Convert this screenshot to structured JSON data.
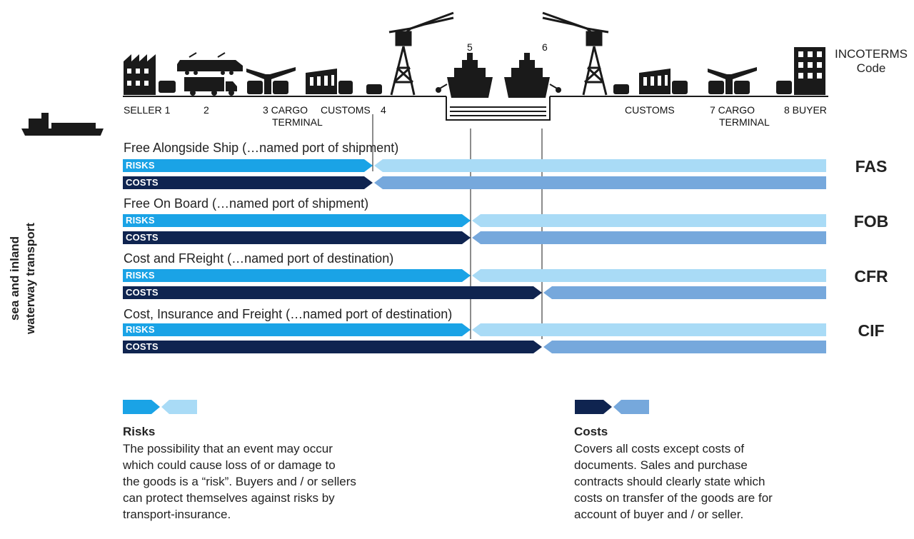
{
  "stations": [
    {
      "id": "seller",
      "line1": "SELLER 1",
      "line2": ""
    },
    {
      "id": "s2",
      "line1": "2",
      "line2": ""
    },
    {
      "id": "cargo3",
      "line1": "3 CARGO",
      "line2": "TERMINAL"
    },
    {
      "id": "customs_export",
      "line1": "CUSTOMS",
      "line2": ""
    },
    {
      "id": "s4",
      "line1": "4",
      "line2": ""
    },
    {
      "id": "s5",
      "line1": "5",
      "line2": ""
    },
    {
      "id": "s6",
      "line1": "6",
      "line2": ""
    },
    {
      "id": "customs_import",
      "line1": "CUSTOMS",
      "line2": ""
    },
    {
      "id": "cargo7",
      "line1": "7 CARGO",
      "line2": "TERMINAL"
    },
    {
      "id": "buyer",
      "line1": "8 BUYER",
      "line2": ""
    }
  ],
  "code_header": {
    "line1": "INCOTERMS",
    "line2": "Code"
  },
  "side_label": {
    "line1": "sea and inland",
    "line2": "waterway transport"
  },
  "terms": [
    {
      "code": "FAS",
      "title": "Free Alongside Ship (…named port of shipment)",
      "risk_label": "RISKS",
      "cost_label": "COSTS",
      "risk_transfer": 4,
      "cost_transfer": 4
    },
    {
      "code": "FOB",
      "title": "Free On Board (…named port of shipment)",
      "risk_label": "RISKS",
      "cost_label": "COSTS",
      "risk_transfer": 5,
      "cost_transfer": 5
    },
    {
      "code": "CFR",
      "title": "Cost and FReight (…named port of destination)",
      "risk_label": "RISKS",
      "cost_label": "COSTS",
      "risk_transfer": 5,
      "cost_transfer": 6
    },
    {
      "code": "CIF",
      "title": "Cost, Insurance and Freight (…named port of destination)",
      "risk_label": "RISKS",
      "cost_label": "COSTS",
      "risk_transfer": 5,
      "cost_transfer": 6
    }
  ],
  "legend": {
    "risks": {
      "title": "Risks",
      "text": "The possibility that an event may occur\nwhich could cause loss of or damage to\nthe goods is a “risk”. Buyers and / or sellers\ncan protect themselves against risks by\ntransport-insurance."
    },
    "costs": {
      "title": "Costs",
      "text": "Covers all costs except costs of\ndocuments. Sales and purchase\ncontracts should clearly state which\ncosts on transfer of the goods are for\naccount of buyer and / or seller."
    }
  },
  "colors": {
    "risk_seller": "#1aa3e6",
    "risk_buyer": "#a9dbf6",
    "cost_seller": "#0f2450",
    "cost_buyer": "#76a8dc",
    "icon": "#1a1a1a"
  }
}
